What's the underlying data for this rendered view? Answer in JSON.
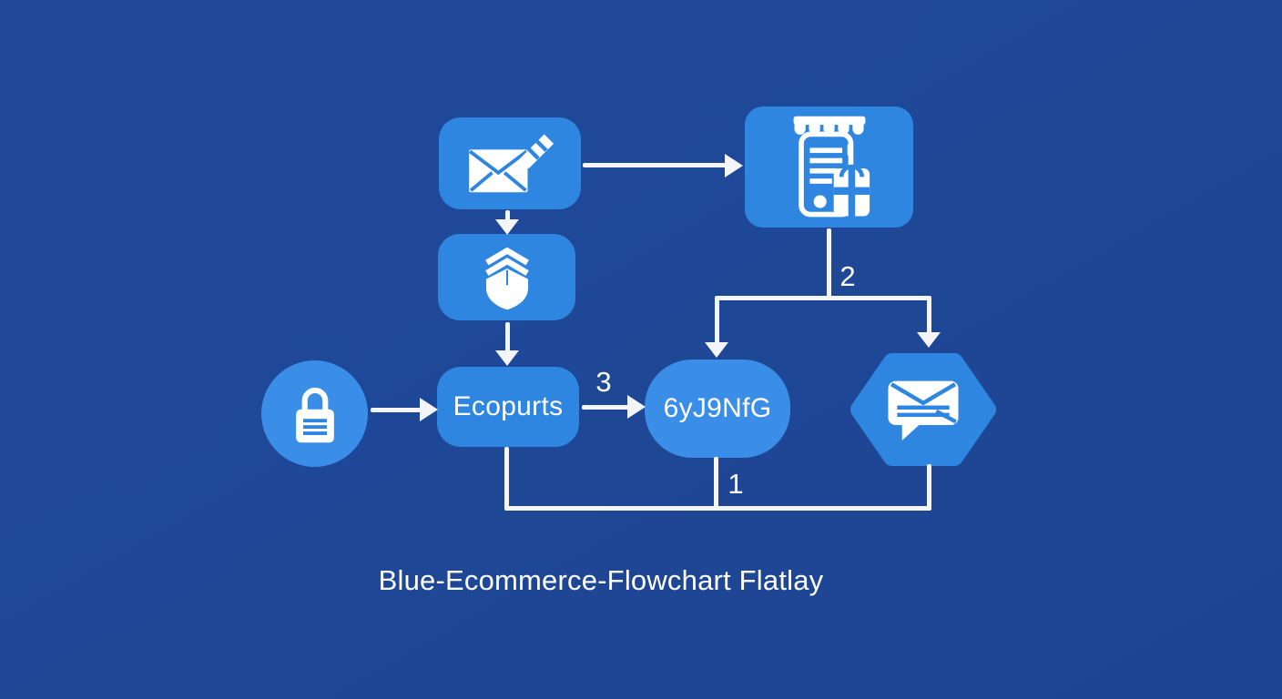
{
  "canvas": {
    "colors": {
      "bg_blue": "#1e4796",
      "node_blue": "#2e86e0",
      "node_blue_light": "#3a8ee8",
      "line_white": "#f3f5f9",
      "text_white": "#ffffff"
    }
  },
  "diagram": {
    "nodes": {
      "compose_email": {
        "icon": "compose-email-icon"
      },
      "package_layers": {
        "icon": "package-layers-icon"
      },
      "mobile_store": {
        "icon": "mobile-store-icon"
      },
      "padlock": {
        "icon": "padlock-icon"
      },
      "ecopurts": {
        "label": "Ecopurts"
      },
      "code_result": {
        "label": "6yJ9NfG"
      },
      "chat_message": {
        "icon": "chat-message-icon"
      }
    },
    "edge_labels": {
      "one": "1",
      "two": "2",
      "three": "3"
    }
  },
  "caption": "Blue-Ecommerce-Flowchart Flatlay"
}
